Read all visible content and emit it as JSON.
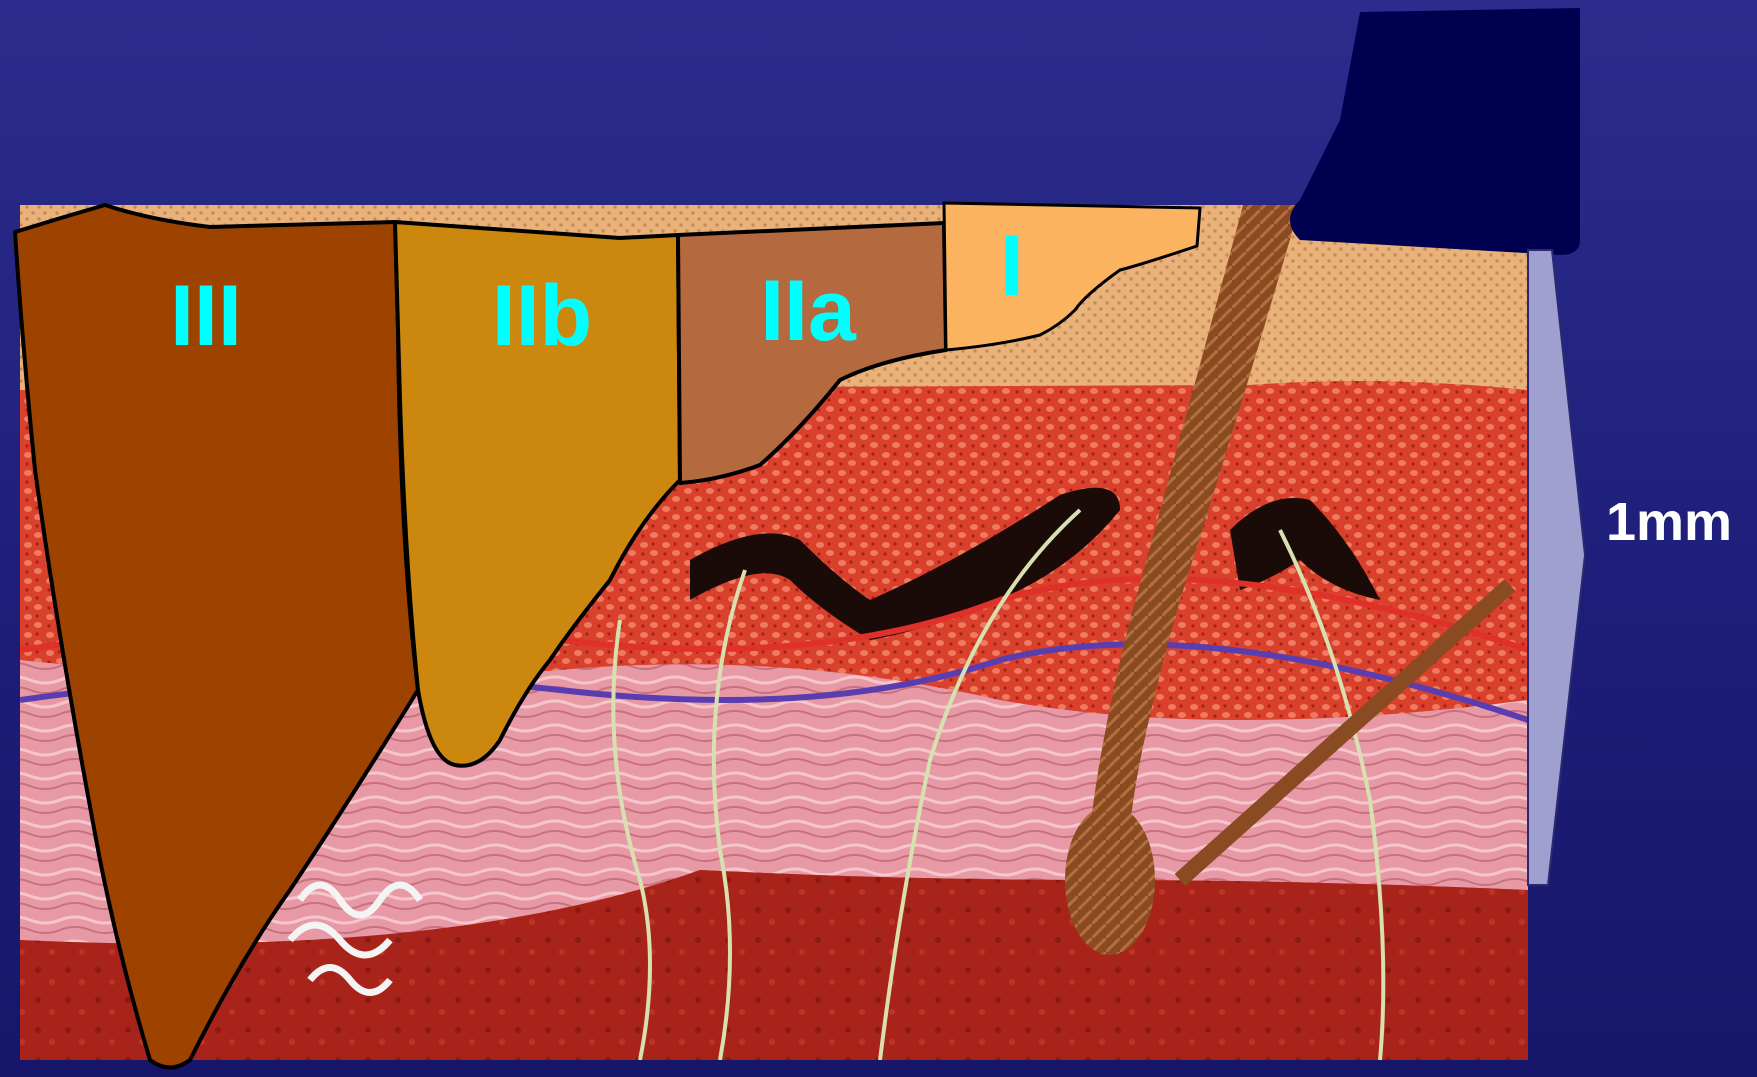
{
  "zones": [
    {
      "id": "III",
      "label": "III",
      "color": "#9e4200"
    },
    {
      "id": "IIb",
      "label": "IIb",
      "color": "#cc880e"
    },
    {
      "id": "IIa",
      "label": "IIa",
      "color": "#b5693f"
    },
    {
      "id": "I",
      "label": "I",
      "color": "#fbb35f"
    }
  ],
  "scale": {
    "label": "1mm"
  },
  "colors": {
    "background": "#24247e",
    "label": "#00ffff",
    "epidermis": "#e8b27a",
    "dermis_red": "#d9412c",
    "reticular_pink": "#e79aa6",
    "hypodermis": "#a8241a",
    "hair": "#8a4a22",
    "scale_bar": "#9f9fd0",
    "top_cover": "#000050"
  }
}
